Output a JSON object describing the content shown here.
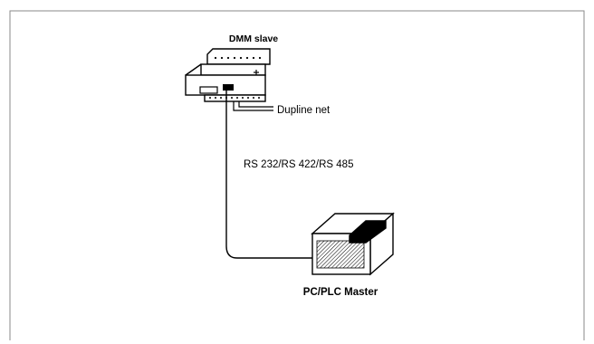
{
  "labels": {
    "slave": "DMM slave",
    "net": "Dupline net",
    "bus": "RS 232/RS 422/RS 485",
    "master": "PC/PLC Master"
  }
}
